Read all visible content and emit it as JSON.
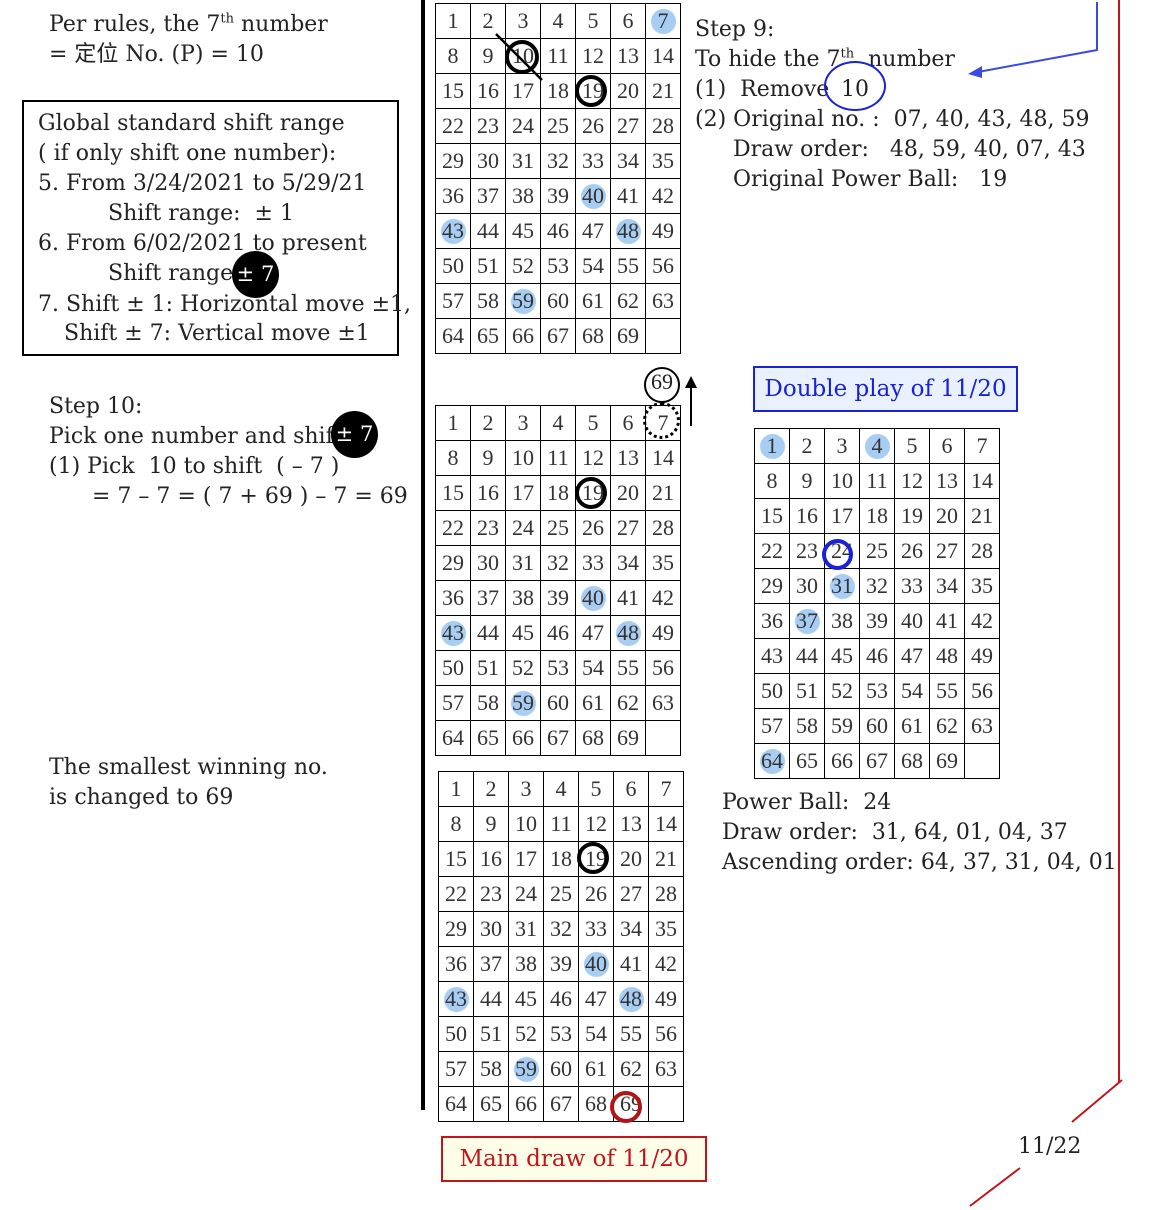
{
  "left": {
    "per_rules_line1_pre": "Per rules, the 7",
    "per_rules_line1_sup": "th",
    "per_rules_line1_post": " number",
    "per_rules_line2": "= 定位 No. (P) = 10",
    "box_lines": [
      "Global standard shift range",
      "( if only shift one number):",
      "5. From 3/24/2021 to 5/29/21",
      "Shift range:  ± 1",
      "6. From 6/02/2021 to present",
      "Shift range:",
      "7. Shift ± 1: Horizontal move ±1,",
      "Shift ± 7: Vertical move ±1"
    ],
    "box_badge": "± 7",
    "step10_lines": [
      "Step 10:",
      "Pick one number and shift",
      "(1) Pick  10 to shift  ( – 7 )",
      "= 7 – 7 = ( 7 + 69 ) – 7 = 69"
    ],
    "step10_badge": "± 7",
    "smallest_lines": [
      "The smallest winning no.",
      "is changed to 69"
    ]
  },
  "step9": {
    "lines": [
      "Step 9:",
      "To hide the 7",
      "(1)  Remove",
      "(2) Original no. :  07, 40, 43, 48, 59",
      "Draw order:   48, 59, 40, 07, 43",
      "Original Power Ball:   19"
    ],
    "sup": "th",
    "after_sup": "  number",
    "removed": "10"
  },
  "grid_numbers": [
    1,
    2,
    3,
    4,
    5,
    6,
    7,
    8,
    9,
    10,
    11,
    12,
    13,
    14,
    15,
    16,
    17,
    18,
    19,
    20,
    21,
    22,
    23,
    24,
    25,
    26,
    27,
    28,
    29,
    30,
    31,
    32,
    33,
    34,
    35,
    36,
    37,
    38,
    39,
    40,
    41,
    42,
    43,
    44,
    45,
    46,
    47,
    48,
    49,
    50,
    51,
    52,
    53,
    54,
    55,
    56,
    57,
    58,
    59,
    60,
    61,
    62,
    63,
    64,
    65,
    66,
    67,
    68,
    69
  ],
  "grids": [
    {
      "id": "grid-1",
      "highlight": [
        7,
        40,
        43,
        48,
        59
      ]
    },
    {
      "id": "grid-2",
      "highlight": [
        40,
        43,
        48,
        59
      ]
    },
    {
      "id": "grid-3",
      "highlight": [
        40,
        43,
        48,
        59
      ]
    },
    {
      "id": "grid-double",
      "highlight": [
        1,
        4,
        31,
        37,
        64
      ]
    }
  ],
  "moved_number": "69",
  "double_play": {
    "title": "Double play of 11/20",
    "lines": [
      "Power Ball:  24",
      "Draw order:  31, 64, 01, 04, 37",
      "Ascending order: 64, 37, 31, 04, 01"
    ]
  },
  "main_draw": {
    "title": "Main draw of 11/20"
  },
  "page_number": "11/22",
  "colors": {
    "highlight": "#a7cdf3",
    "blue": "#1a22d6",
    "arrow_blue": "#3b4ae0",
    "red_line": "#c0161b",
    "main_box_bg": "#fefde8",
    "main_box_border": "#c0161b",
    "main_box_text": "#c0161b",
    "double_box_bg": "#e9f1ff",
    "double_box_text": "#1a22d6"
  }
}
